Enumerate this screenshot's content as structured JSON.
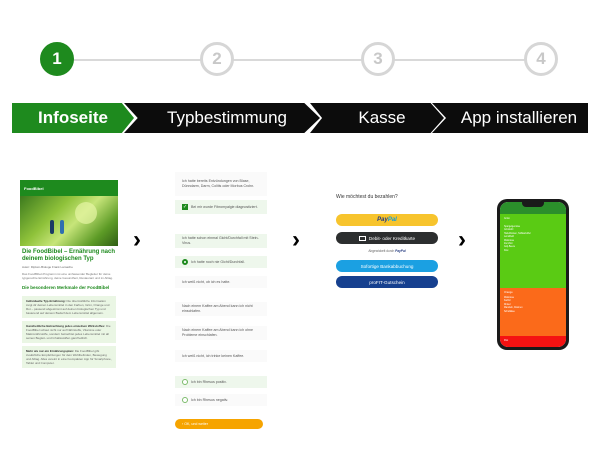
{
  "steps": [
    {
      "number": "1",
      "active": true
    },
    {
      "number": "2",
      "active": false
    },
    {
      "number": "3",
      "active": false
    },
    {
      "number": "4",
      "active": false
    }
  ],
  "tabs": [
    "Infoseite",
    "Typbestimmung",
    "Kasse",
    "App installieren"
  ],
  "colors": {
    "accent": "#1e8a1e",
    "dark": "#0c0c0c",
    "paypal": "#f7c42d",
    "sepa": "#1ba0e2",
    "voucher": "#16408f",
    "card": "#2c2e2f"
  },
  "separator_icon": "›",
  "info_page": {
    "brand": "FoodBibel",
    "title": "Die FoodBibel – Ernährung nach deinem biologischen Typ",
    "author": "Autor: Diplom-Biologe Frank Lamache",
    "intro": "Das FoodBibel-Programm ist eine umfassender Begleiter für deine typgerechte Ernährung, deine Gesundheit, Restaurant und im Alltag.",
    "features_heading": "Die besonderen Merkmale der FoodBibel",
    "features": [
      {
        "title": "Individuelle Typ-Ernährung:",
        "text": "Die übermäßliche Information zeigt dir deinen Lebensmittel in den Farben, Grün, Orange und Rot – passend abgestimmt auf deinen biologischen Typ und basierend auf deinem Bedarf dem Lebensmittel allgemein."
      },
      {
        "title": "Ganzheitliche Betrachtung jedes einzelnen Wirkstoffes:",
        "text": "Die FoodBibel schaut nicht nur auf Nährstoffe, Vitamine oder Makronährstoffe, sondern betrachtet jedes Lebensmittel mit all seinen Begleit- und Inhaltsstoffen ganzheitlich."
      },
      {
        "title": "Mehr als nur ein Ernährungsplan:",
        "text": "Die FoodBibel gibt zusätzliche Empfehlungen für dein Wohlbefinden, Bewegung und Alltag. Alles vereint in einer kompakten App für Smartphone, Tablet und Computer."
      }
    ]
  },
  "type_selection": {
    "groups": [
      [
        {
          "text": "Ich hatte bereits Entzündungen von Blase, Dünndarm, Darm, Colitis oder Morbus Crohn.",
          "control": "checkbox",
          "selected": false
        },
        {
          "text": "Bei mir wurde Fibromyalgie diagnostiziert.",
          "control": "checkbox",
          "selected": true
        }
      ],
      [
        {
          "text": "Ich hatte schon einmal Gicht/Durchfall mit Stein-Virus.",
          "control": "radio",
          "selected": false
        },
        {
          "text": "Ich hatte noch nie Gicht/Durchfall.",
          "control": "radio",
          "selected": true
        },
        {
          "text": "Ich weiß nicht, ob ich es hatte.",
          "control": "radio",
          "selected": false
        }
      ],
      [
        {
          "text": "Nach einem Kaffee am Abend kann ich nicht einschlafen.",
          "control": "radio",
          "selected": false
        },
        {
          "text": "Nach einem Kaffee am Abend kann ich ohne Probleme einschlafen.",
          "control": "radio",
          "selected": false
        },
        {
          "text": "Ich weiß nicht, ich trinke keinen Kaffee.",
          "control": "radio",
          "selected": false
        }
      ],
      [
        {
          "text": "Ich bin Rhesus positiv.",
          "control": "radio",
          "selected": false
        },
        {
          "text": "Ich bin Rhesus negativ.",
          "control": "radio",
          "selected": false
        }
      ]
    ],
    "next_button": "› OK, und weiter"
  },
  "checkout": {
    "question": "Wie möchtest du bezahlen?",
    "paypal_part1": "Pay",
    "paypal_part2": "Pal",
    "card": "Debit- oder Kreditkarte",
    "powered_by": "Abgewickelt durch",
    "powered_brand": "PayPal",
    "sepa": "Sofortige Bankabbuchung",
    "voucher": "proFIT-Gutschein"
  },
  "app": {
    "green_label": "Grün",
    "green_items": [
      "Spargelgemüse",
      "Grünkohl",
      "Haferflocken, Süßkartoffel",
      "Leinölfeld",
      "Walnüsse",
      "Zucchini",
      "Goji-Beere",
      "Kiwi"
    ],
    "orange_label": "Orange",
    "orange_items": [
      "Walnüsse",
      "Karfiol",
      "Dinkel",
      "Mandeln, Rosinen",
      "Schafkäse"
    ],
    "red_label": "Rot"
  }
}
